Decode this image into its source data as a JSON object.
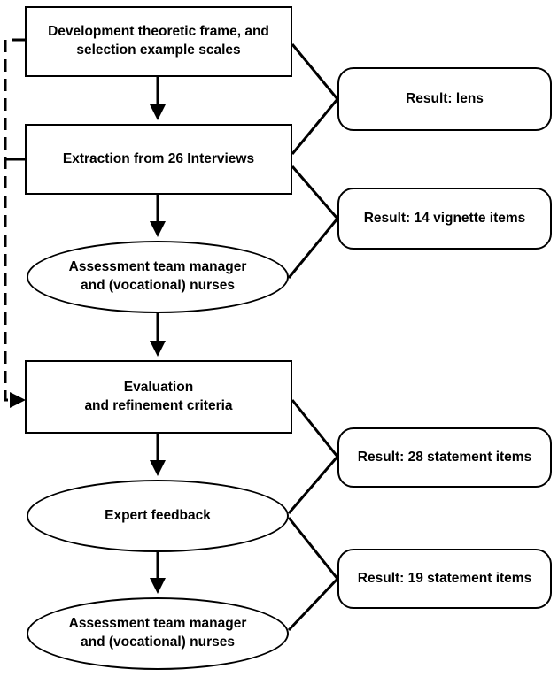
{
  "nodes": {
    "development": {
      "line1": "Development theoretic frame, and",
      "line2": "selection example scales"
    },
    "extraction": {
      "line1": "Extraction from 26 Interviews"
    },
    "assessment_1": {
      "line1": "Assessment team manager",
      "line2": "and (vocational) nurses"
    },
    "evaluation": {
      "line1": "Evaluation",
      "line2": "and refinement criteria"
    },
    "expert_feedback": {
      "line1": "Expert feedback"
    },
    "assessment_2": {
      "line1": "Assessment team manager",
      "line2": "and (vocational) nurses"
    }
  },
  "results": {
    "lens": "Result: lens",
    "vignette": "Result: 14 vignette items",
    "statement_28": "Result: 28 statement items",
    "statement_19": "Result: 19 statement items"
  }
}
